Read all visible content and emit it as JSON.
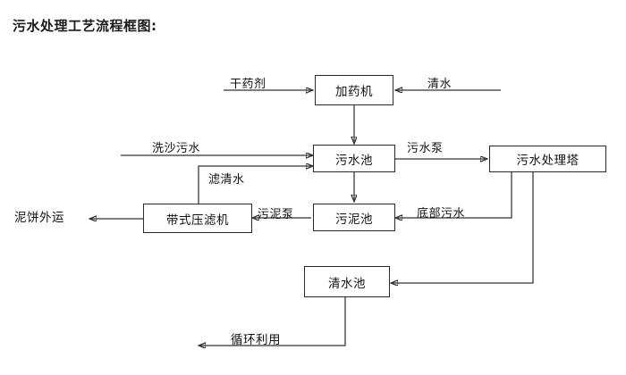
{
  "title": "污水处理工艺流程框图:",
  "nodes": [
    {
      "id": "dosing",
      "label": "加药机"
    },
    {
      "id": "sewage",
      "label": "污水池"
    },
    {
      "id": "tower",
      "label": "污水处理塔"
    },
    {
      "id": "press",
      "label": "带式压滤机"
    },
    {
      "id": "sludge",
      "label": "污泥池"
    },
    {
      "id": "clear",
      "label": "清水池"
    }
  ],
  "edge_labels": {
    "dry_agent": "干药剂",
    "clean_water": "清水",
    "sand_wash_sewage": "洗沙污水",
    "filtered_water": "滤清水",
    "sewage_pump": "污水泵",
    "sludge_pump": "污泥泵",
    "bottom_sewage": "底部污水",
    "mud_cake_out": "泥饼外运",
    "recycle_use": "循环利用"
  },
  "colors": {
    "stroke": "#333333",
    "box_border": "#2b2b2b",
    "text": "#111111",
    "background": "#ffffff"
  }
}
